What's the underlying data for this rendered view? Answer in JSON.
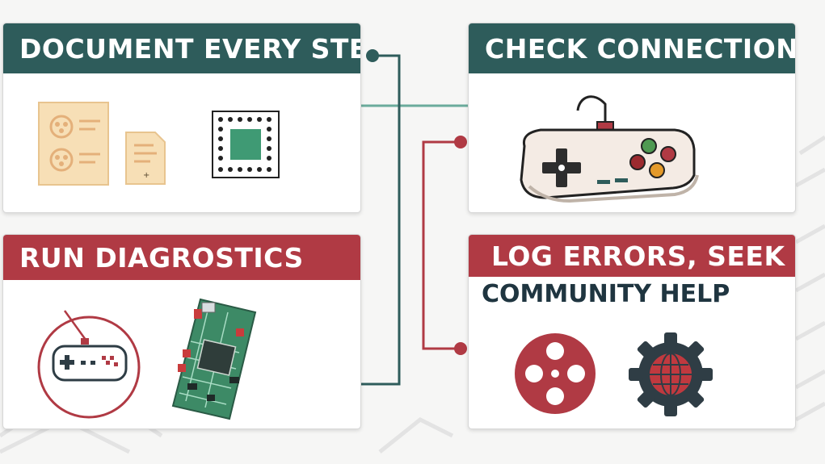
{
  "panels": {
    "document": {
      "title": "DOCUMENT EVERY STEP"
    },
    "check": {
      "title": "CHECK CONNECTIONS"
    },
    "diagnostics": {
      "title": "RUN DIAGROSTICS"
    },
    "log": {
      "title_line1": "LOG ERRORS, SEEK",
      "title_line2": "COMMUNITY HELP"
    }
  },
  "colors": {
    "teal": "#2e5c5b",
    "red": "#b03a44",
    "connector_teal": "#2e5c5b",
    "connector_red": "#b03a44",
    "light_teal": "#6bab9c",
    "peach": "#f7dfb6",
    "chip_green": "#3f9a74",
    "board_green": "#3d8a66"
  },
  "icons": [
    "schematic-sheet-icon",
    "document-page-icon",
    "microchip-icon",
    "game-controller-icon",
    "controller-circle-icon",
    "circuit-board-icon",
    "film-reel-icon",
    "globe-gear-icon"
  ]
}
